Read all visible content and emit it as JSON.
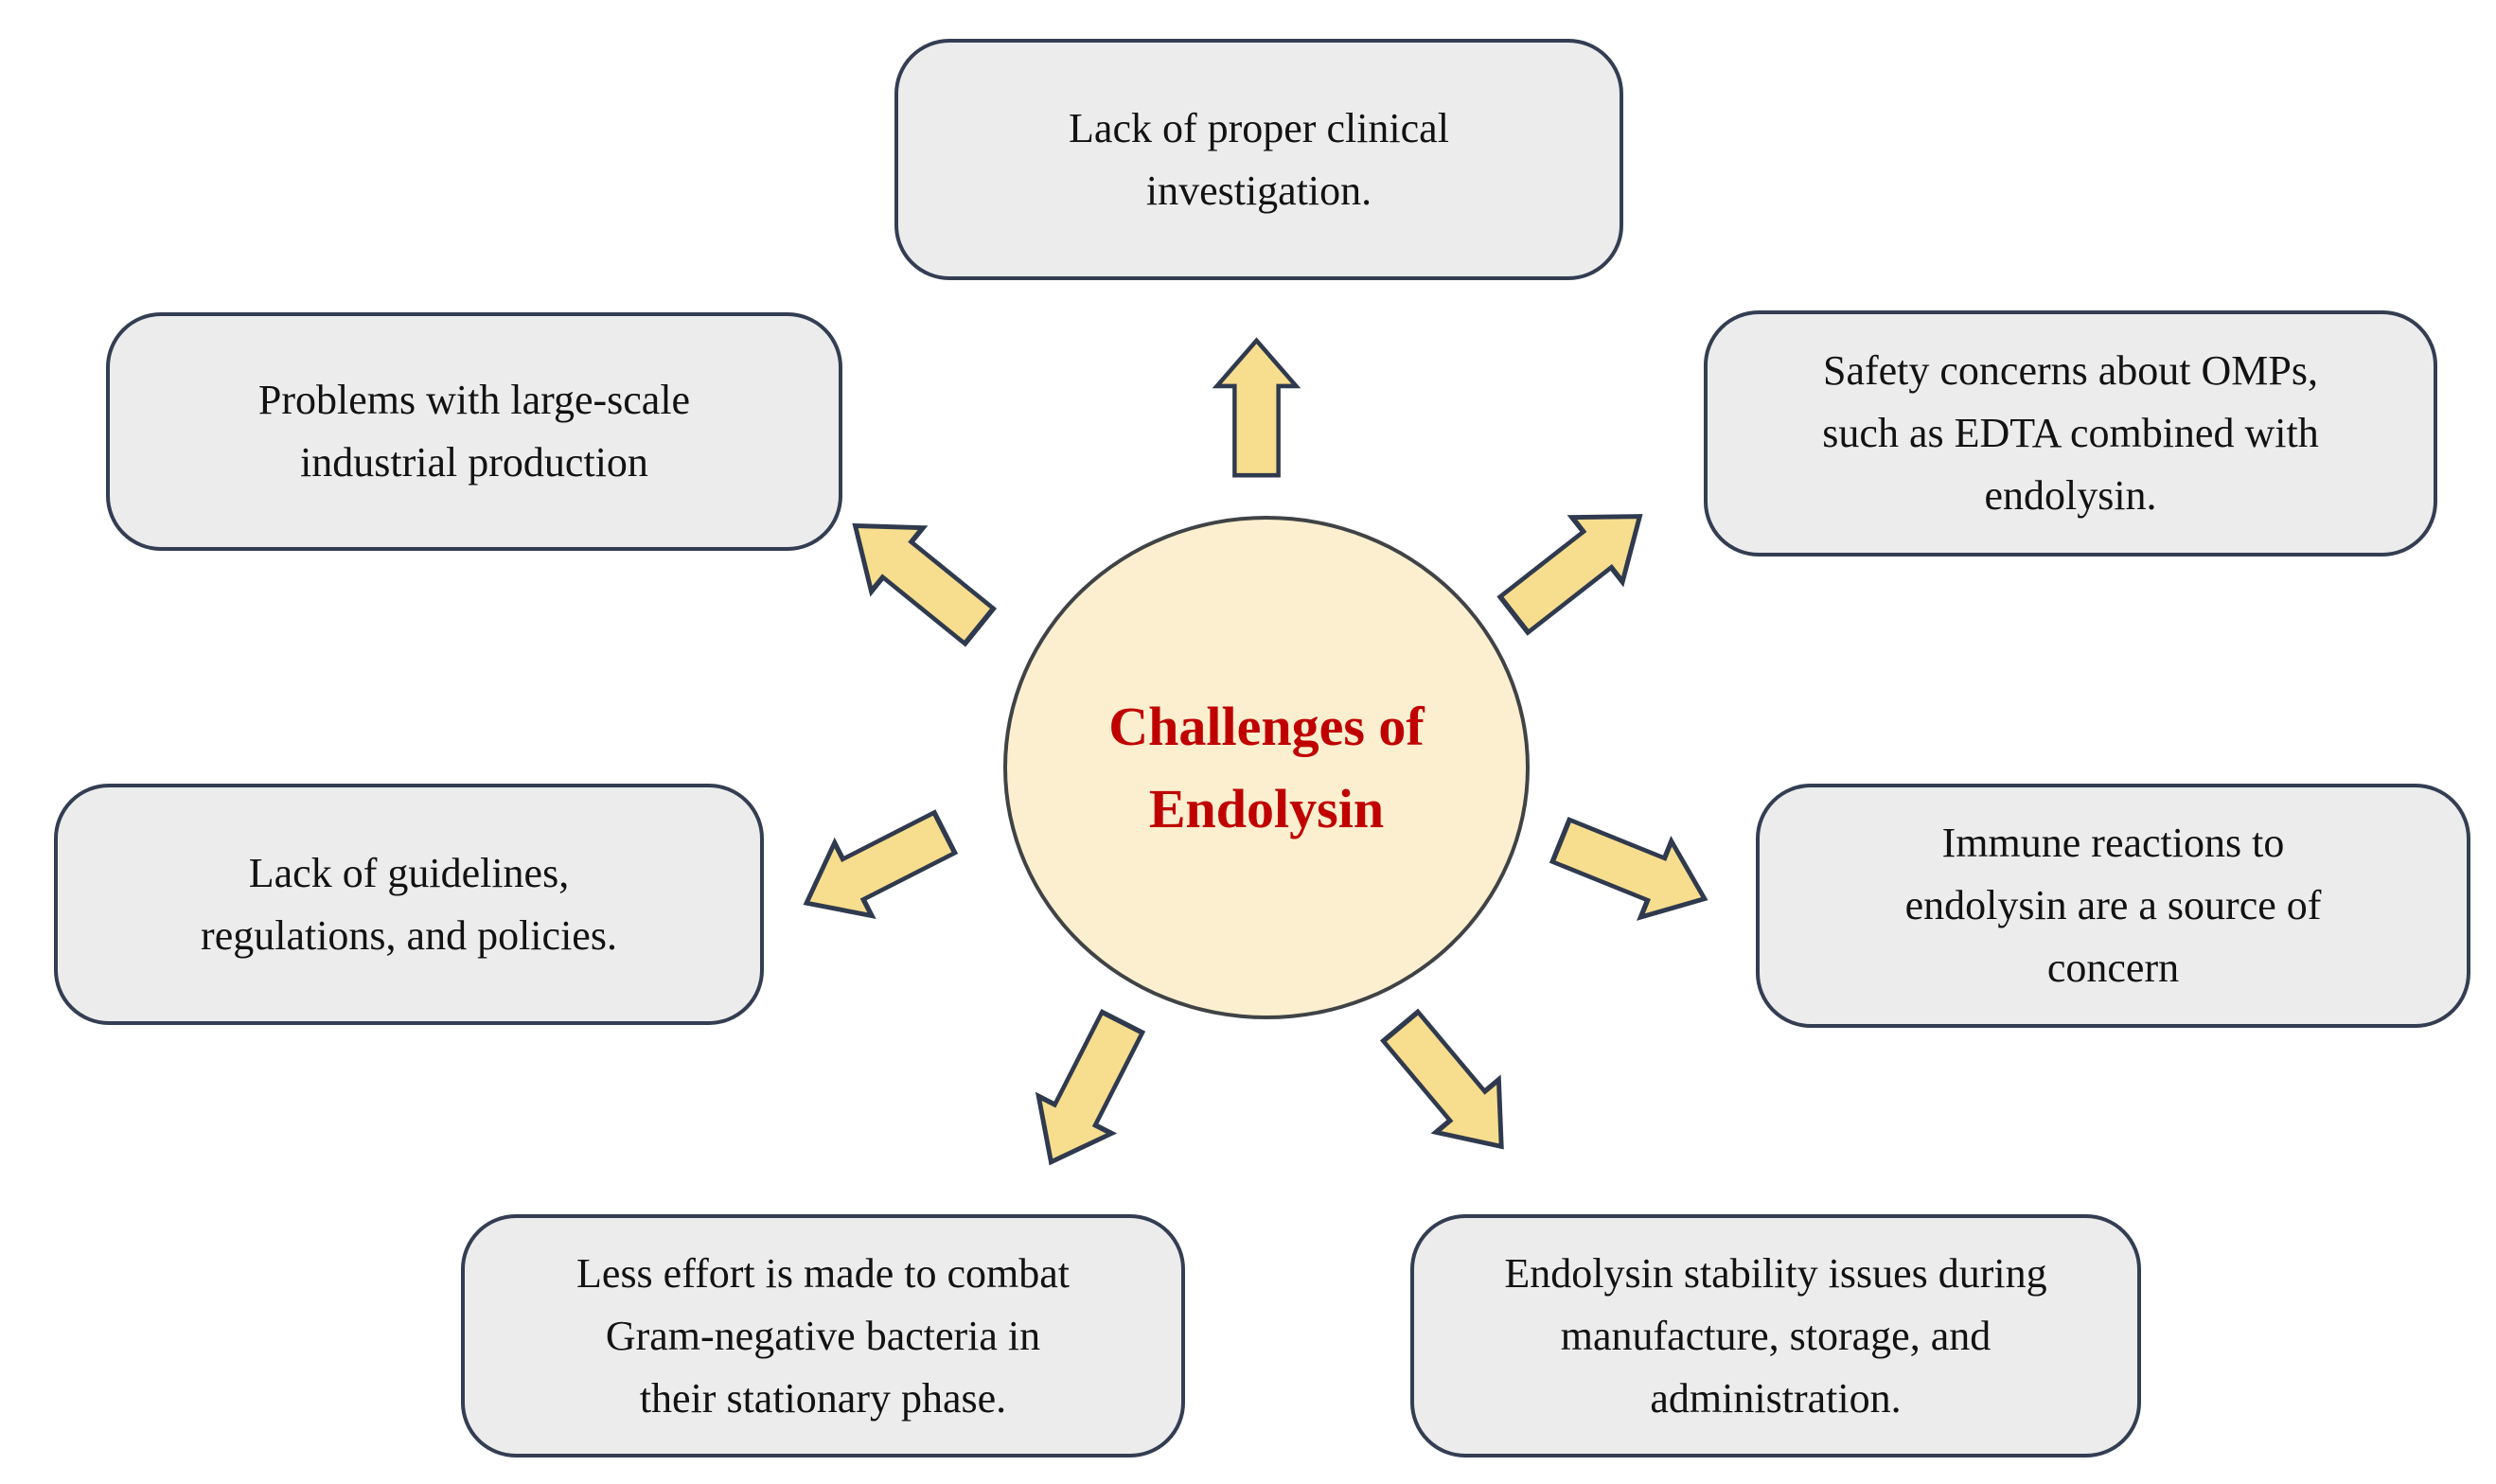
{
  "title": {
    "lines": [
      "Challenges of",
      "Endolysin"
    ]
  },
  "boxes": [
    {
      "id": "top",
      "lines": [
        "Lack of proper clinical",
        "investigation."
      ]
    },
    {
      "id": "top-left",
      "lines": [
        "Problems with large-scale",
        "industrial production"
      ]
    },
    {
      "id": "top-right",
      "lines": [
        "Safety concerns about OMPs,",
        "such as EDTA combined with",
        "endolysin."
      ]
    },
    {
      "id": "left",
      "lines": [
        "Lack of guidelines,",
        "regulations, and policies."
      ]
    },
    {
      "id": "right",
      "lines": [
        "Immune reactions to",
        "endolysin are a source of",
        "concern"
      ]
    },
    {
      "id": "bottom-left",
      "lines": [
        "Less effort is made to combat",
        "Gram-negative bacteria in",
        "their stationary phase."
      ]
    },
    {
      "id": "bottom-right",
      "lines": [
        "Endolysin stability issues during",
        "manufacture, storage, and",
        "administration."
      ]
    }
  ],
  "arrows": [
    "block-arrow-up",
    "block-arrow-up-right",
    "block-arrow-right",
    "block-arrow-down-right",
    "block-arrow-down-left",
    "block-arrow-left",
    "block-arrow-up-left"
  ],
  "colors": {
    "bg": "#ffffff",
    "box_fill": "#ececed",
    "box_border": "#333e52",
    "circle_fill": "#fbefcf",
    "circle_border": "#404346",
    "arrow_fill": "#f7dd8e",
    "arrow_border": "#2f3a4e",
    "title_color": "#c00000",
    "text_color": "#121212"
  }
}
